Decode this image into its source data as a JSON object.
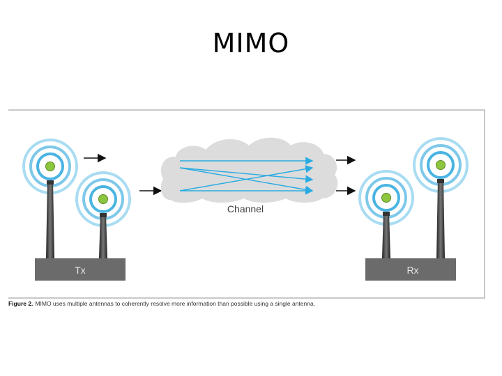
{
  "slide": {
    "title": "MIMO"
  },
  "figure": {
    "channel_label": "Channel",
    "tx_label": "Tx",
    "rx_label": "Rx",
    "caption_label": "Figure 2.",
    "caption_text": "MIMO uses multiple antennas to coherently resolve more information than possible using a single antenna.",
    "colors": {
      "ring": "#7ec8ea",
      "ring_inner": "#4ab4e2",
      "antenna_tip": "#8cc63f",
      "box": "#6b6b6b",
      "cloud": "#d8d8d8",
      "signal": "#29abe2",
      "arrow": "#111111"
    }
  }
}
